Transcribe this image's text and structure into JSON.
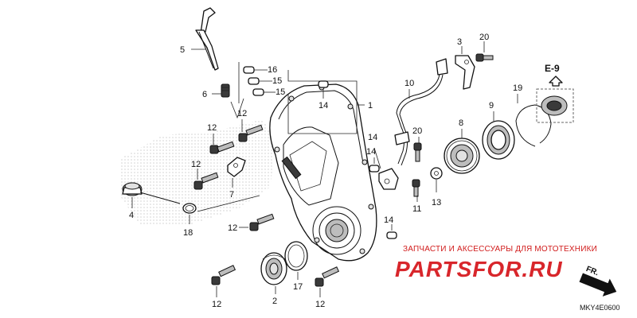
{
  "labels": {
    "p1": "1",
    "p2": "2",
    "p3": "3",
    "p4": "4",
    "p5": "5",
    "p6": "6",
    "p7": "7",
    "p8": "8",
    "p9": "9",
    "p10": "10",
    "p11": "11",
    "p12": "12",
    "p13": "13",
    "p14": "14",
    "p15": "15",
    "p16": "16",
    "p17": "17",
    "p18": "18",
    "p19": "19",
    "p20": "20"
  },
  "reference": "E-9",
  "watermark": {
    "caption": "ЗАПЧАСТИ И АКСЕССУАРЫ ДЛЯ МОТОТЕХНИКИ",
    "logo": "PARTSFOR.RU"
  },
  "direction_mark": "FR.",
  "diagram_code": "MKY4E0600",
  "colors": {
    "watermark": "#d8262b",
    "line": "#111111"
  }
}
